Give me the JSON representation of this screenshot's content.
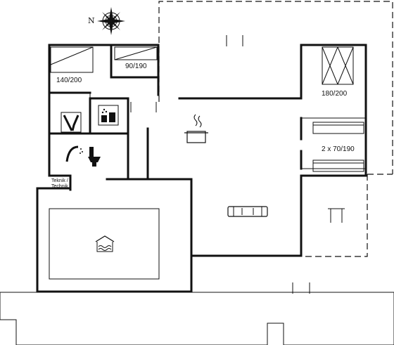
{
  "compass": {
    "north_label": "N"
  },
  "rooms": {
    "bedroom_1": {
      "bed_size": "140/200"
    },
    "bedroom_2": {
      "bed_size": "90/190"
    },
    "bedroom_3": {
      "bed_size": "180/200"
    },
    "bedroom_4": {
      "bed_size": "2 x 70/190"
    },
    "technical_room": {
      "label_line_1": "Teknik /",
      "label_line_2": "Technik"
    }
  },
  "icons": {
    "compass": "compass-rose-icon",
    "kitchen": "cooking-pot-icon",
    "living": "sofa-icon",
    "pool": "swimming-pool-icon",
    "laundry": "washing-machine-icon",
    "utility": "wine-bottles-icon",
    "bathroom": "shower-toilet-icon",
    "fireplace": "fireplace-icon"
  },
  "colors": {
    "wall": "#111111",
    "background": "#ffffff"
  }
}
